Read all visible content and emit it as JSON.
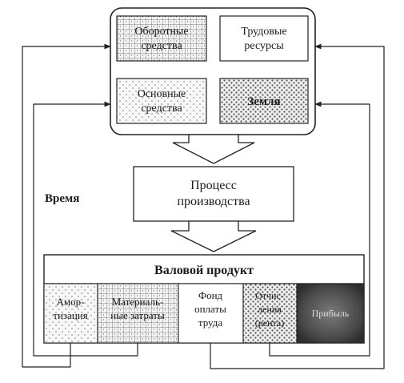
{
  "resources": {
    "working_capital": [
      "Оборотные",
      "средства"
    ],
    "labor": [
      "Трудовые",
      "ресурсы"
    ],
    "fixed_assets": [
      "Основные",
      "средства"
    ],
    "land": "Земля"
  },
  "process": [
    "Процесс",
    "производства"
  ],
  "time_label": "Время",
  "gross_product": {
    "title": "Валовой продукт",
    "parts": {
      "amortization": [
        "Амор-",
        "тизация"
      ],
      "material_costs": [
        "Материаль-",
        "ные затраты"
      ],
      "wage_fund": [
        "Фонд",
        "оплаты",
        "труда"
      ],
      "rent": [
        "Отчис-",
        "ления",
        "(рента)"
      ],
      "profit": "Прибыль"
    }
  }
}
